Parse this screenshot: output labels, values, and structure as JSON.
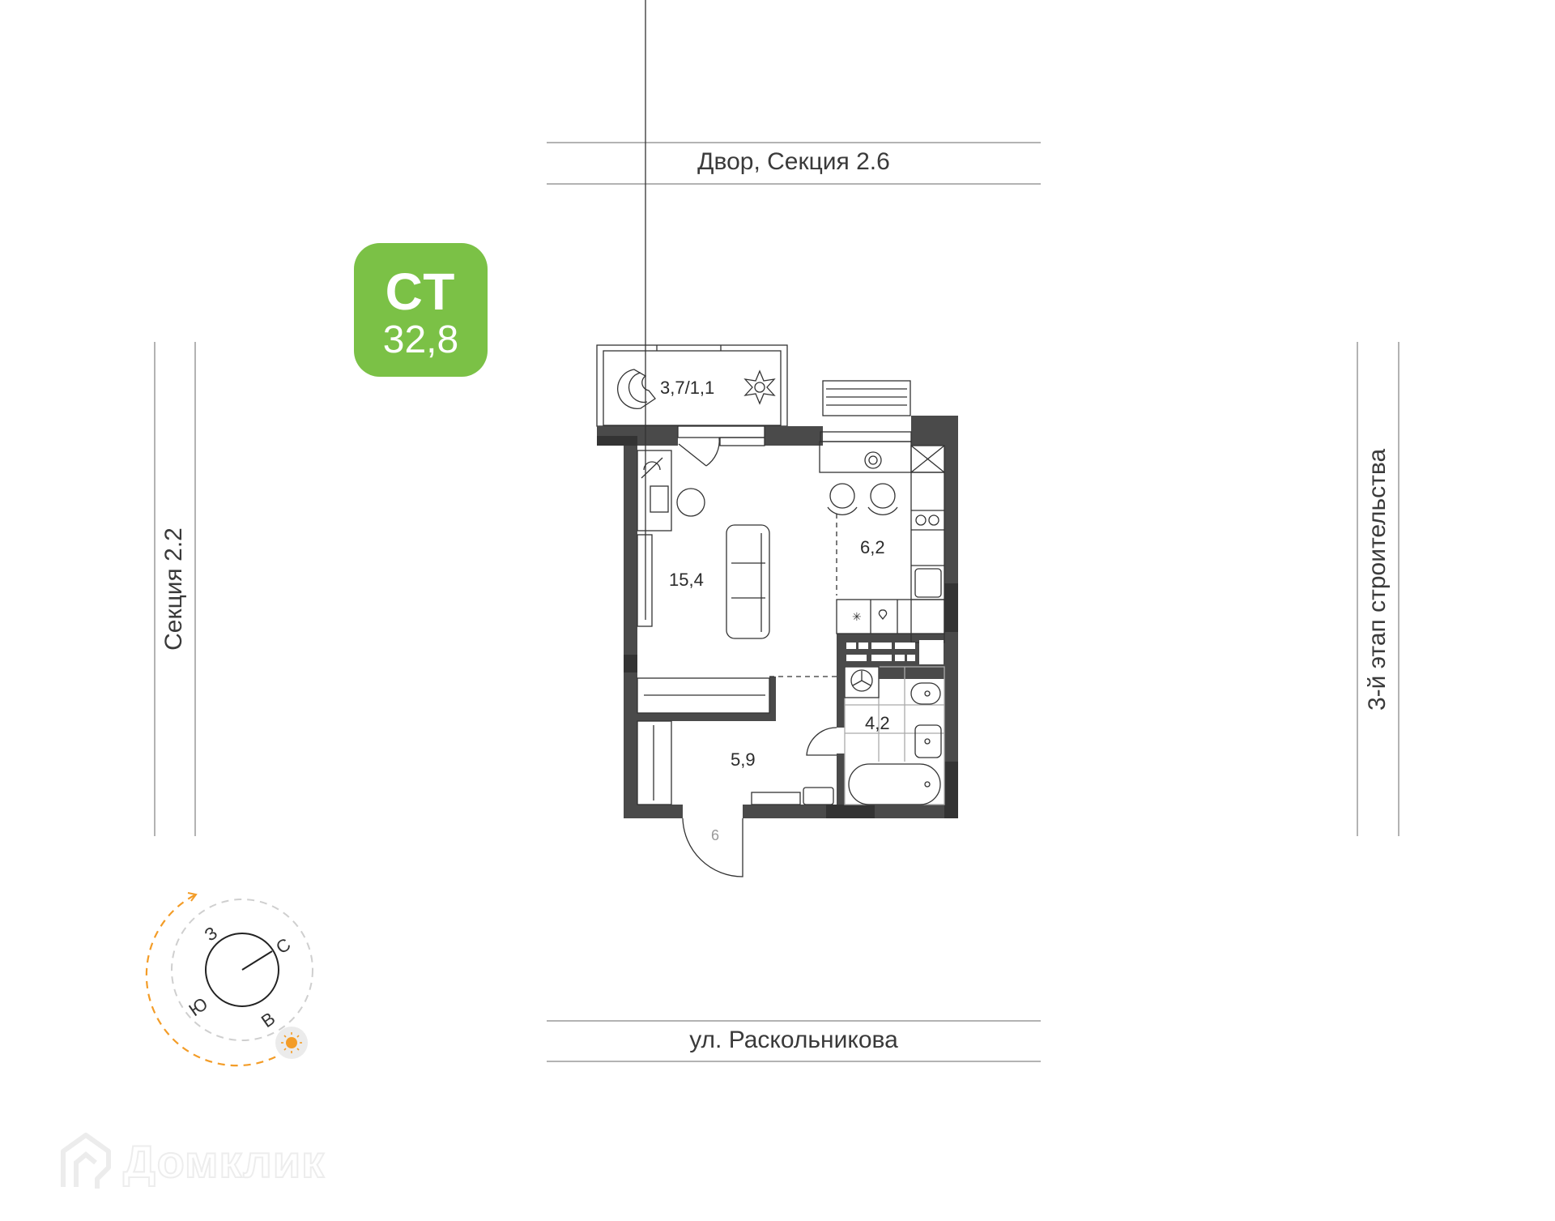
{
  "apartment": {
    "type_label": "СТ",
    "total_area": "32,8",
    "badge_color": "#7bc146"
  },
  "surroundings": {
    "top": "Двор, Секция 2.6",
    "bottom": "ул. Раскольникова",
    "left": "Секция 2.2",
    "right": "3-й этап строительства"
  },
  "rooms": [
    {
      "name": "balcony",
      "area": "3,7/1,1"
    },
    {
      "name": "living-room",
      "area": "15,4"
    },
    {
      "name": "kitchen",
      "area": "6,2"
    },
    {
      "name": "hallway",
      "area": "5,9"
    },
    {
      "name": "bathroom",
      "area": "4,2"
    }
  ],
  "apartment_number": "6",
  "compass": {
    "north": "С",
    "south": "Ю",
    "east": "В",
    "west": "З",
    "sun_color": "#f39c27"
  },
  "watermark": {
    "text": "Домклик"
  },
  "colors": {
    "wall": "#4a4a4a",
    "wall_dark": "#333333",
    "line": "#b3b3b3"
  }
}
